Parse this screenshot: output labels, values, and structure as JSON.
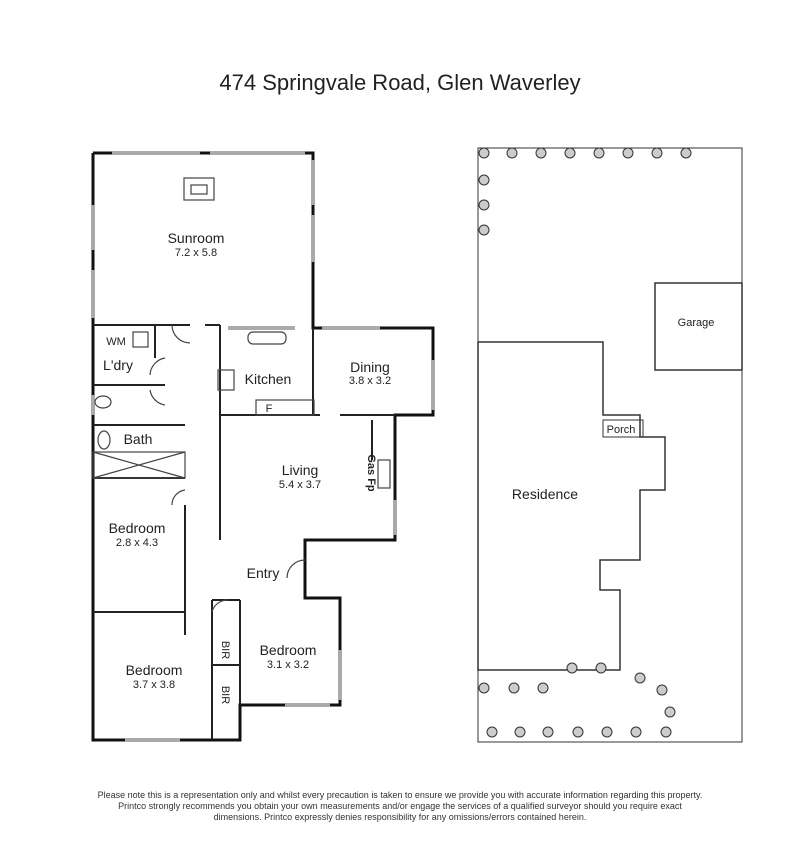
{
  "title": "474 Springvale Road, Glen Waverley",
  "rooms": {
    "sunroom": {
      "name": "Sunroom",
      "size": "7.2 x 5.8"
    },
    "laundry": {
      "name": "L'dry"
    },
    "wm": "WM",
    "kitchen": {
      "name": "Kitchen"
    },
    "fridge": "F",
    "dining": {
      "name": "Dining",
      "size": "3.8 x 3.2"
    },
    "bath": {
      "name": "Bath"
    },
    "living": {
      "name": "Living",
      "size": "5.4 x 3.7"
    },
    "gas_fp": "Gas Fp",
    "bedroom1": {
      "name": "Bedroom",
      "size": "2.8 x 4.3"
    },
    "entry": {
      "name": "Entry"
    },
    "bedroom2": {
      "name": "Bedroom",
      "size": "3.7 x 3.8"
    },
    "bedroom3": {
      "name": "Bedroom",
      "size": "3.1 x 3.2"
    },
    "bir1": "BIR",
    "bir2": "BIR"
  },
  "site": {
    "garage": "Garage",
    "porch": "Porch",
    "residence": "Residence"
  },
  "disclaimer": [
    "Please note this is a representation only and whilst every precaution is taken to ensure we provide you with accurate information regarding this property.",
    "Printco strongly recommends you obtain your own measurements and/or engage the services of a qualified surveyor should you require exact",
    "dimensions. Printco expressly denies responsibility for any omissions/errors contained herein."
  ]
}
